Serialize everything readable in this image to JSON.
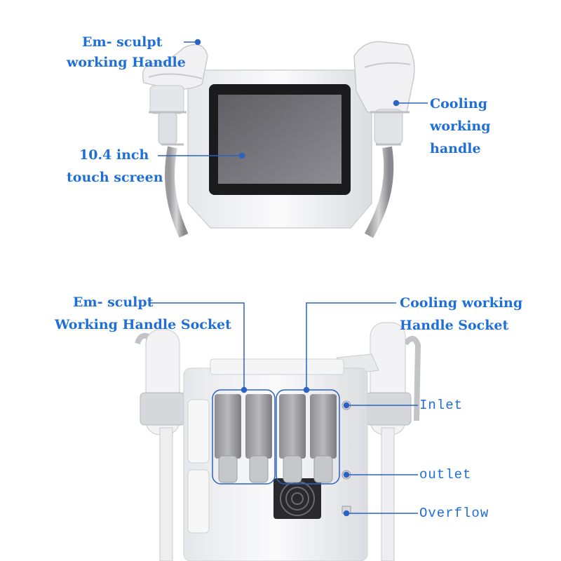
{
  "top": {
    "emsculpt_handle": {
      "line1": "Em- sculpt",
      "line2": "working Handle"
    },
    "screen": {
      "line1": "10.4 inch",
      "line2": "touch screen"
    },
    "cooling_handle": {
      "line1": "Cooling",
      "line2": "working",
      "line3": "handle"
    }
  },
  "bottom": {
    "emsculpt_socket": {
      "line1": "Em- sculpt",
      "line2": "Working Handle Socket"
    },
    "cooling_socket": {
      "line1": "Cooling working",
      "line2": "Handle Socket"
    },
    "inlet": "Inlet",
    "outlet": "outlet",
    "overflow": "Overflow"
  },
  "colors": {
    "label": "#1f6fd6",
    "callout_line": "#2c62c4",
    "device_body": "#f2f2f4",
    "screen": "#6e6e72"
  }
}
